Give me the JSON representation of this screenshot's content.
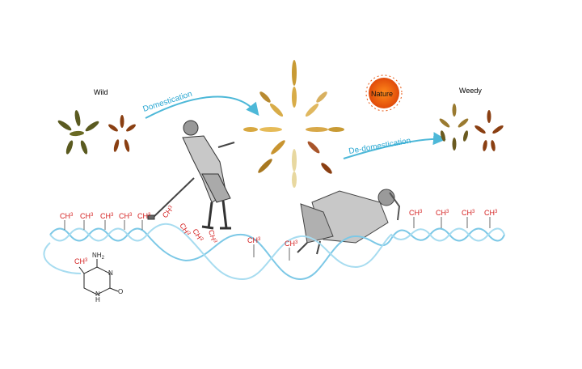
{
  "labels": {
    "wild": "Wild",
    "weedy": "Weedy",
    "nature": "Nature",
    "domestication": "Domestication",
    "de_domestication": "De-domestication"
  },
  "methyl": {
    "text": "CH",
    "sub": "3"
  },
  "molecule": {
    "nh2": "NH",
    "nh2_sub": "2",
    "ch3": "CH",
    "ch3_sub": "3",
    "n": "N",
    "o": "O",
    "h": "H"
  },
  "colors": {
    "arrow": "#4db8d8",
    "methyl": "#d42020",
    "dna": "#7cc8e6",
    "sun": "#e8560f"
  }
}
